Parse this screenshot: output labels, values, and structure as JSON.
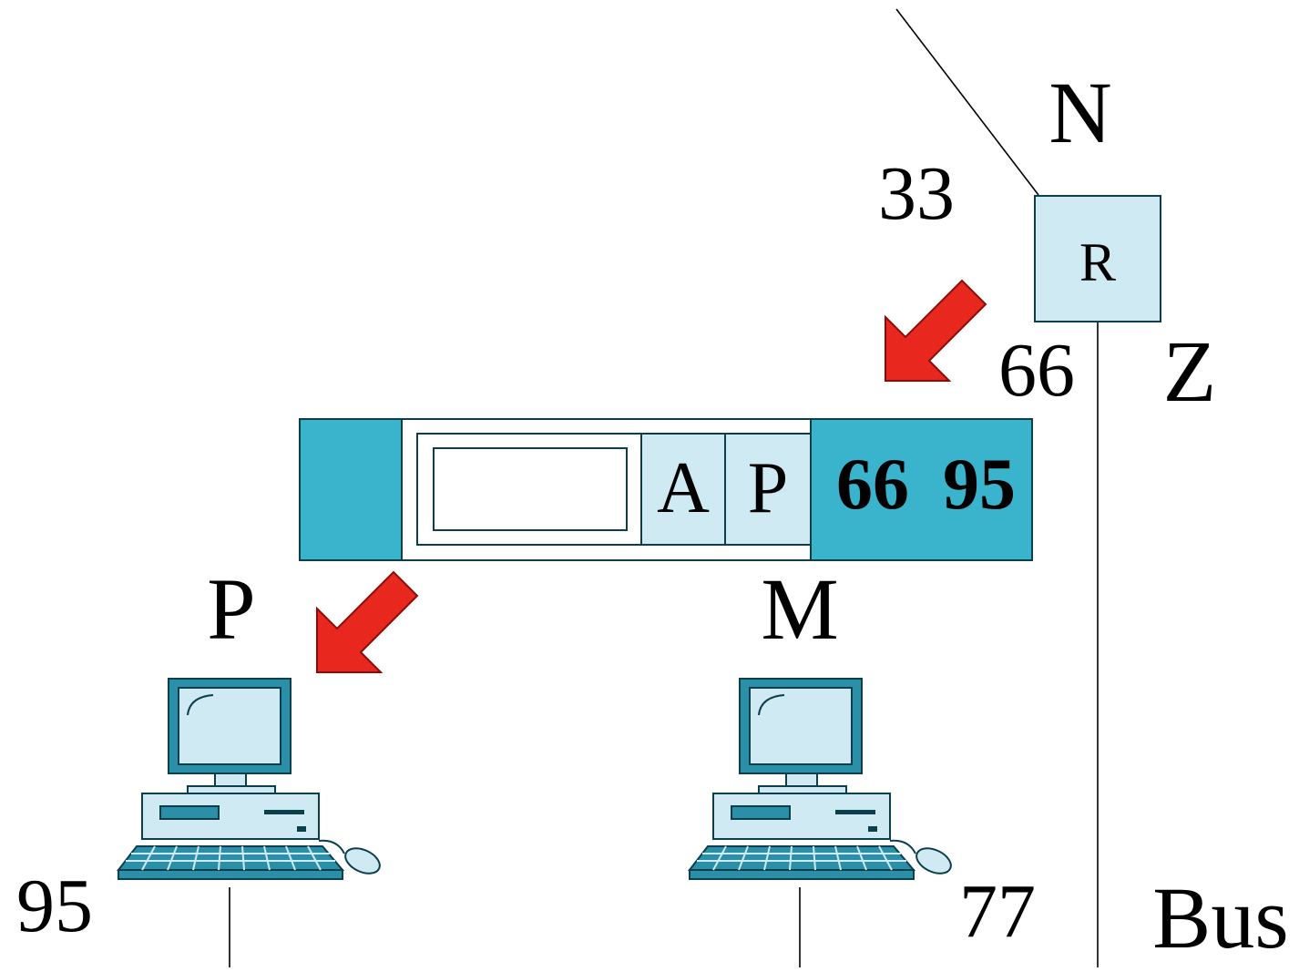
{
  "labels": {
    "n": "N",
    "z": "Z",
    "p": "P",
    "m": "M",
    "n33": "33",
    "n66": "66",
    "n95": "95",
    "n77": "77",
    "bus": "Bus"
  },
  "router": {
    "label": "R"
  },
  "packet": {
    "field_a": "A",
    "field_p": "P",
    "dest": "66",
    "src": "95"
  },
  "colors": {
    "teal": "#3ab3cc",
    "light": "#cfeaf2",
    "arrow": "#e8281e",
    "pc_dark": "#2b8fa8"
  },
  "icons": [
    "red-arrow-icon",
    "computer-icon"
  ]
}
